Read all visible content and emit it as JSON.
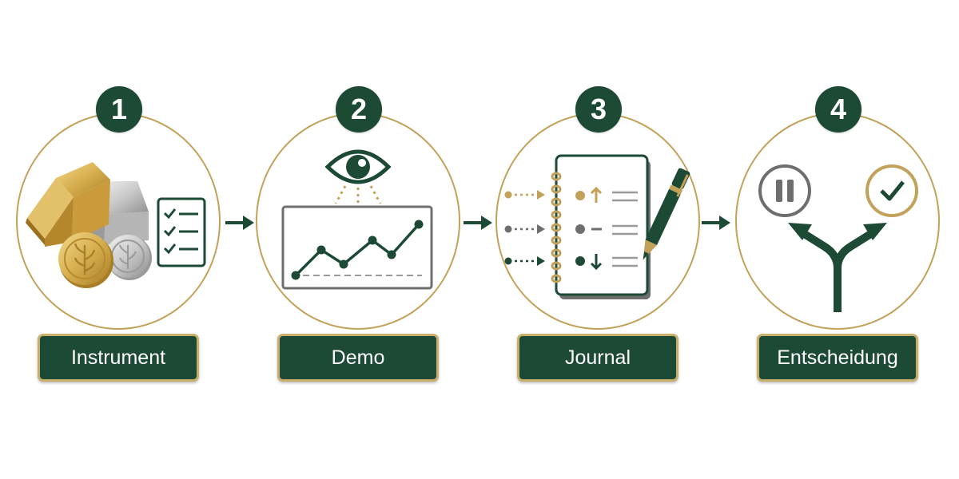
{
  "steps": [
    {
      "number": "1",
      "label": "Instrument",
      "icons": [
        "gold-bar-icon",
        "silver-bar-icon",
        "gold-coin-icon",
        "silver-coin-icon",
        "checklist-icon"
      ]
    },
    {
      "number": "2",
      "label": "Demo",
      "icons": [
        "eye-icon",
        "line-chart-icon"
      ]
    },
    {
      "number": "3",
      "label": "Journal",
      "icons": [
        "notebook-icon",
        "pen-icon",
        "arrow-up-icon",
        "dash-icon",
        "arrow-down-icon"
      ]
    },
    {
      "number": "4",
      "label": "Entscheidung",
      "icons": [
        "pause-icon",
        "check-icon",
        "fork-arrow-icon"
      ]
    }
  ],
  "colors": {
    "dark_green": "#1d4a35",
    "gold": "#c2a25a",
    "gray": "#6e6e6e",
    "light_gray": "#9a9a9a"
  }
}
